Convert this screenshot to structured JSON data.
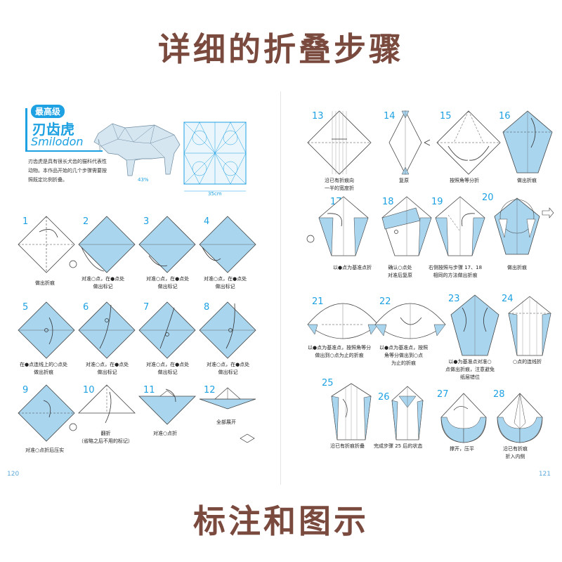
{
  "banners": {
    "top": "详细的折叠步骤",
    "bottom": "标注和图示"
  },
  "left_page": {
    "page_number": "120",
    "level": "最高级",
    "model_name_cn": "刃齿虎",
    "model_name_en": "Smilodon",
    "description": "刃齿虎是具有很长犬齿的猫科代表性动物。本作品开始的几个步骤需要按照既定比例折叠。",
    "model_percent": "43%",
    "crease_pattern_size": "35cm",
    "steps": [
      {
        "num": "1",
        "caption": "做出折痕"
      },
      {
        "num": "2",
        "caption": "对准○点，在●点处\n做出标记"
      },
      {
        "num": "3",
        "caption": "对准○点，在●点处\n做出标记"
      },
      {
        "num": "4",
        "caption": "对准○点，在●点处\n做出标记"
      },
      {
        "num": "5",
        "caption": "在●点连线上的○点处\n做出折痕"
      },
      {
        "num": "6",
        "caption": "对准○点，在●点处\n做出标记"
      },
      {
        "num": "7",
        "caption": "对准○点，在●点处\n做出标记"
      },
      {
        "num": "8",
        "caption": "对准○点，在●点处\n做出标记"
      },
      {
        "num": "9",
        "caption": "对准○点折后压实"
      },
      {
        "num": "10",
        "caption": "翻折\n（省略之后不用的标记）"
      },
      {
        "num": "11",
        "caption": "对准○点折"
      },
      {
        "num": "12",
        "caption": "全部展开"
      }
    ]
  },
  "right_page": {
    "page_number": "121",
    "steps": [
      {
        "num": "13",
        "caption": "沿已有折痕向\n一半的宽度折"
      },
      {
        "num": "14",
        "caption": "复原"
      },
      {
        "num": "15",
        "caption": "按照角等分折"
      },
      {
        "num": "16",
        "caption": "做出折痕"
      },
      {
        "num": "17",
        "caption": "以●点为基准点折"
      },
      {
        "num": "18",
        "caption": "确认○点处\n对准后复原"
      },
      {
        "num": "19",
        "caption": "右侧按照与步骤 17、18\n相同的方法做出折痕"
      },
      {
        "num": "20",
        "caption": "做出折痕"
      },
      {
        "num": "21",
        "caption": "以●点为基准点，按照角等分\n做出到○点为止的折痕"
      },
      {
        "num": "22",
        "caption": "以●点为基准点，按照\n角等分做出到○点\n为止的折痕"
      },
      {
        "num": "23",
        "caption": "以●为基准点对准○\n点做出折痕，注意避免\n纸层错位"
      },
      {
        "num": "24",
        "caption": "○点的连线折"
      },
      {
        "num": "25",
        "caption": "沿已有折痕折叠"
      },
      {
        "num": "26",
        "caption": "完成步骤 25 后的状态"
      },
      {
        "num": "27",
        "caption": "撑开，压平"
      },
      {
        "num": "28",
        "caption": "沿已有折痕\n折入内侧"
      }
    ]
  },
  "colors": {
    "accent": "#1da1e2",
    "paper_blue": "#a9d5ef",
    "banner": "#7a4a3e"
  }
}
